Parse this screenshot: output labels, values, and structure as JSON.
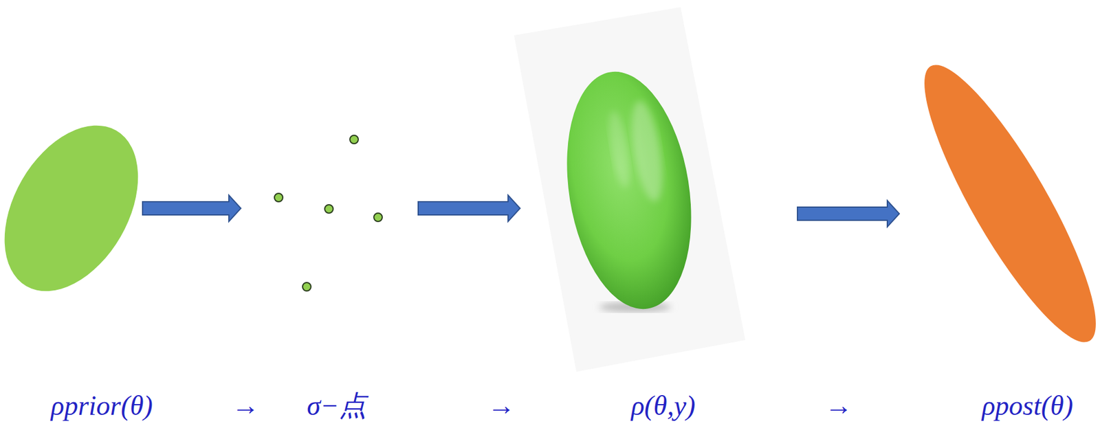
{
  "diagram": {
    "nodes": [
      {
        "text": [
          "ρprior(θ)"
        ]
      },
      {
        "text": [
          "σ−点"
        ]
      },
      {
        "text": [
          "ρ(θ,y)"
        ]
      },
      {
        "text": [
          "ρpost(θ)"
        ]
      }
    ],
    "edges": [
      {
        "from": 0,
        "to": 1,
        "arrow": "to"
      },
      {
        "from": 1,
        "to": 2,
        "arrow": "to"
      },
      {
        "from": 2,
        "to": 3,
        "arrow": "to"
      }
    ],
    "labels": [
      "→",
      "→",
      "→"
    ]
  }
}
